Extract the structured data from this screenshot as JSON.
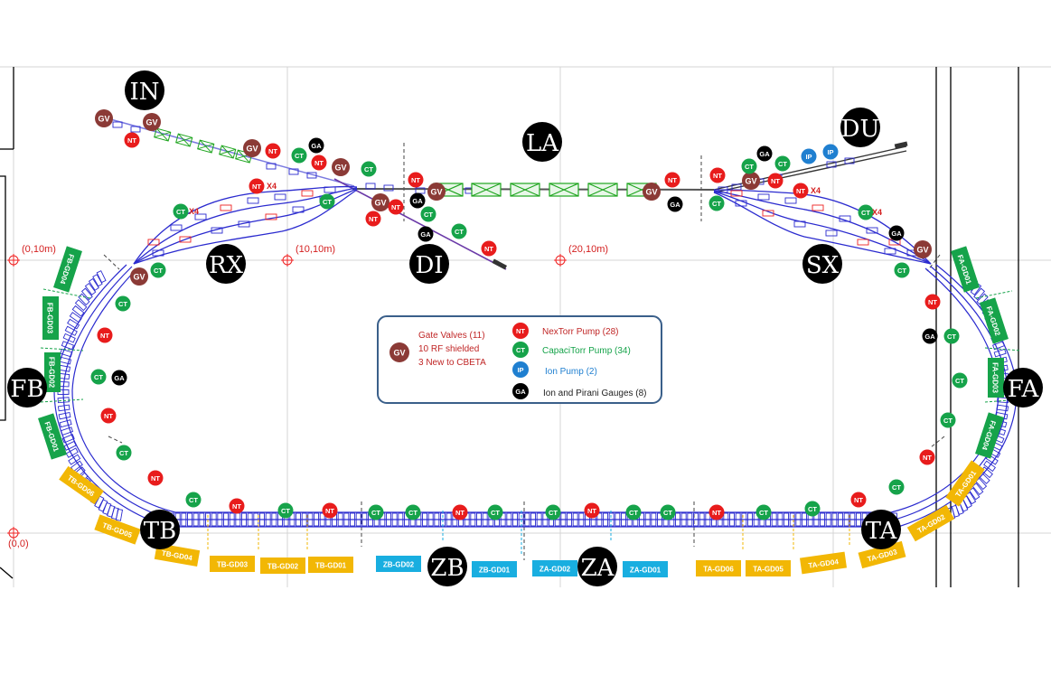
{
  "zones": {
    "IN": "IN",
    "LA": "LA",
    "DU": "DU",
    "RX": "RX",
    "DI": "DI",
    "SX": "SX",
    "FB": "FB",
    "FA": "FA",
    "TB": "TB",
    "ZB": "ZB",
    "ZA": "ZA",
    "TA": "TA"
  },
  "coords": {
    "c1": "(0,10m)",
    "c2": "(10,10m)",
    "c3": "(20,10m)",
    "c4": "(0,0)"
  },
  "symbols": {
    "GV": "GV",
    "NT": "NT",
    "CT": "CT",
    "GA": "GA",
    "IP": "IP",
    "X4": "X4"
  },
  "legend": {
    "gv_line1": "Gate Valves (11)",
    "gv_line2": "10 RF shielded",
    "gv_line3": "3 New to CBETA",
    "nt": "NexTorr Pump (28)",
    "ct": "CapaciTorr Pump (34)",
    "ip": "Ion Pump (2)",
    "ga": "Ion and Pirani Gauges (8)"
  },
  "girders_left": {
    "fb4": "FB-GD04",
    "fb3": "FB-GD03",
    "fb2": "FB-GD02",
    "fb1": "FB-GD01"
  },
  "girders_right": {
    "fa1": "FA-GD01",
    "fa2": "FA-GD02",
    "fa3": "FA-GD03",
    "fa4": "FA-GD04"
  },
  "girders_tb": {
    "tb6": "TB-GD06",
    "tb5": "TB-GD05",
    "tb4": "TB-GD04",
    "tb3": "TB-GD03",
    "tb2": "TB-GD02",
    "tb1": "TB-GD01"
  },
  "girders_z": {
    "zb2": "ZB-GD02",
    "zb1": "ZB-GD01",
    "za2": "ZA-GD02",
    "za1": "ZA-GD01"
  },
  "girders_ta": {
    "ta6": "TA-GD06",
    "ta5": "TA-GD05",
    "ta4": "TA-GD04",
    "ta3": "TA-GD03",
    "ta2": "TA-GD02",
    "ta1": "TA-GD01"
  },
  "colors": {
    "gv": "#8b3a36",
    "nt": "#e81c1c",
    "ct": "#16a34a",
    "ga": "#000000",
    "ip": "#1f7fd0",
    "girder_green": "#16a34a",
    "girder_yellow": "#f2b705",
    "girder_cyan": "#19aee0",
    "beam": "#2b2bcf",
    "legend_border": "#3a5f8a"
  }
}
